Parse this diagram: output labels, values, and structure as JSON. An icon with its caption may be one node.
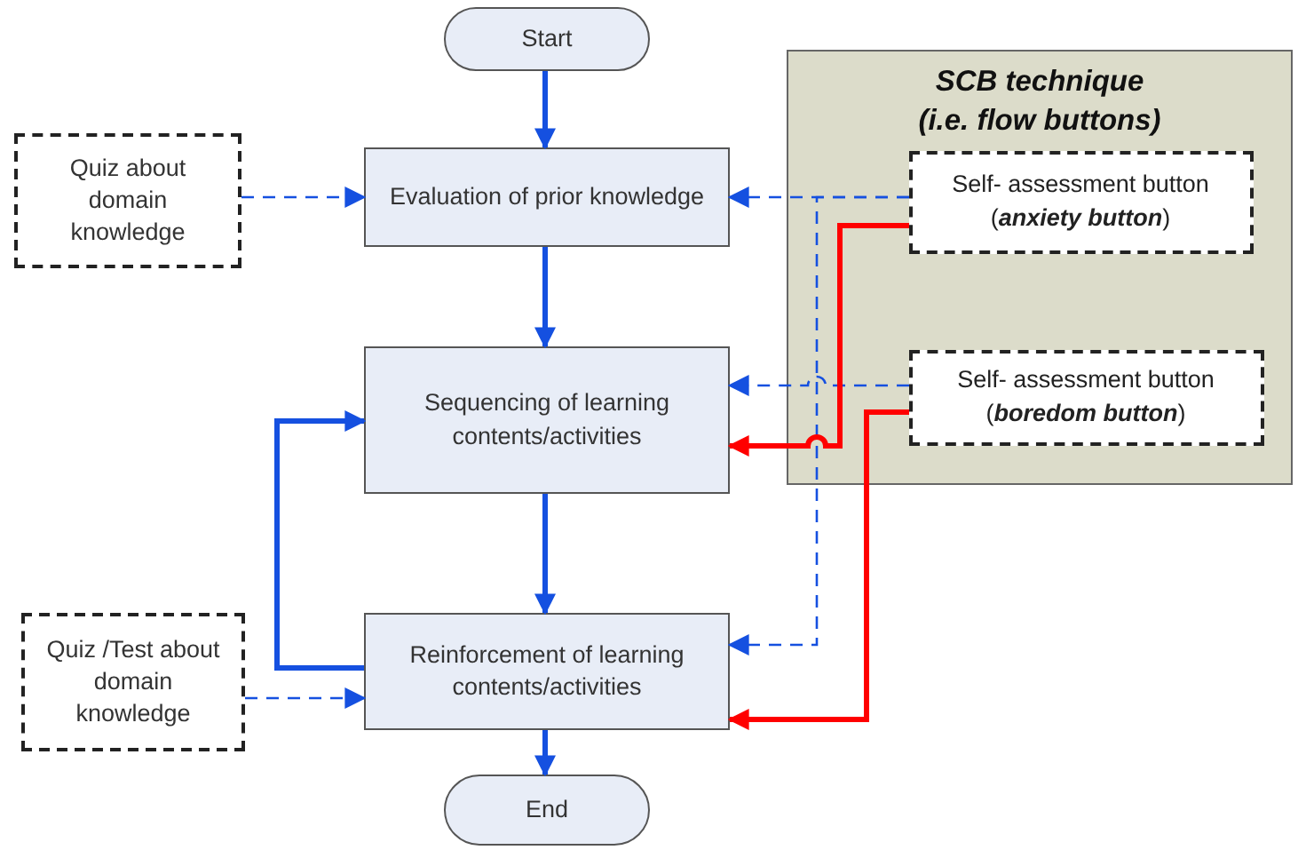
{
  "diagram": {
    "nodes": [
      {
        "text": [
          "Start"
        ]
      },
      {
        "text": [
          "Evaluation of prior knowledge"
        ]
      },
      {
        "text": [
          "Sequencing of learning contents/activities"
        ]
      },
      {
        "text": [
          "Reinforcement of learning contents/activities"
        ]
      },
      {
        "text": [
          "End"
        ]
      },
      {
        "text": [
          "Quiz about domain knowledge"
        ]
      },
      {
        "text": [
          "Quiz /Test about domain knowledge"
        ]
      },
      {
        "text": [
          "SCB technique (i.e. flow buttons)"
        ]
      },
      {
        "text": [
          "Self- assessment button (**anxiety button**)"
        ],
        "in": 7
      },
      {
        "text": [
          "Self- assessment button (**boredom button**)"
        ],
        "in": 7
      }
    ],
    "edges": [
      {
        "from": 0,
        "to": 1,
        "arrow": "to"
      },
      {
        "from": 1,
        "to": 2,
        "arrow": "to"
      },
      {
        "from": 2,
        "to": 3,
        "arrow": "to"
      },
      {
        "from": 3,
        "to": 4,
        "arrow": "to"
      },
      {
        "from": 3,
        "to": 2,
        "arrow": "to"
      },
      {
        "from": 5,
        "to": 1,
        "arrow": "to",
        "style": "dashed"
      },
      {
        "from": 6,
        "to": 3,
        "arrow": "to",
        "style": "dashed"
      },
      {
        "from": 8,
        "to": 1,
        "arrow": "to",
        "style": "dashed"
      },
      {
        "from": 8,
        "to": 3,
        "arrow": "to",
        "style": "dashed"
      },
      {
        "from": 9,
        "to": 2,
        "arrow": "to",
        "style": "dashed"
      },
      {
        "from": 8,
        "to": 2,
        "arrow": "to",
        "color": "#ff0000"
      },
      {
        "from": 9,
        "to": 3,
        "arrow": "to",
        "color": "#ff0000"
      }
    ]
  }
}
